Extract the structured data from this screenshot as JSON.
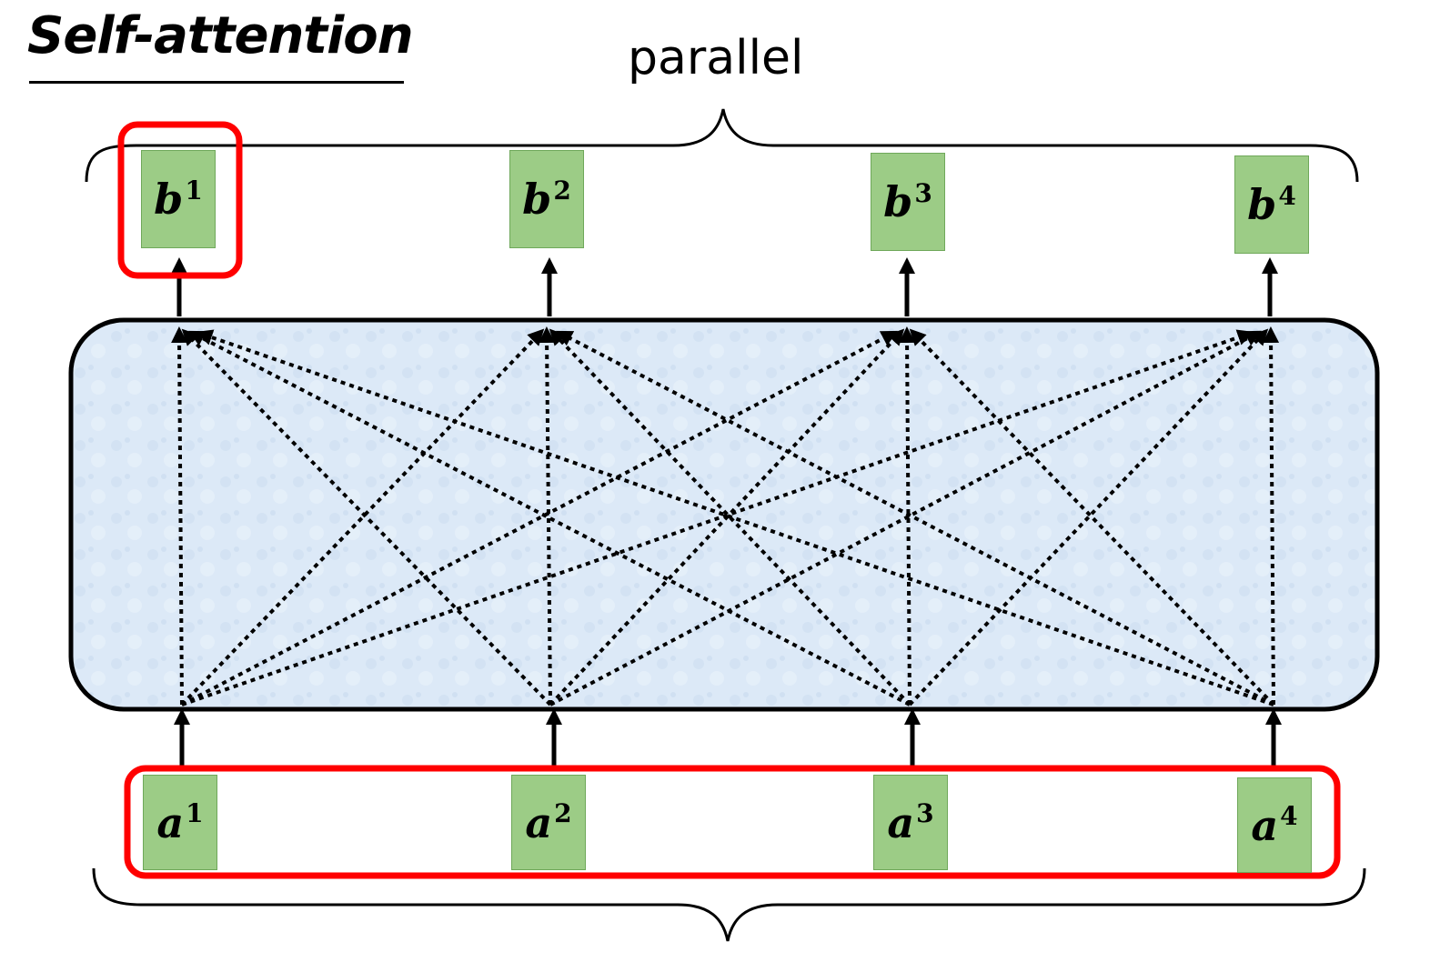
{
  "title": "Self-attention",
  "parallel_label": "parallel",
  "colors": {
    "node_fill": "#9ccc86",
    "highlight": "#ff0000",
    "layer_fill": "#dae8f6",
    "stroke": "#000000"
  },
  "outputs": [
    {
      "symbol": "b",
      "index": "1",
      "highlighted": true
    },
    {
      "symbol": "b",
      "index": "2",
      "highlighted": false
    },
    {
      "symbol": "b",
      "index": "3",
      "highlighted": false
    },
    {
      "symbol": "b",
      "index": "4",
      "highlighted": false
    }
  ],
  "inputs": [
    {
      "symbol": "a",
      "index": "1"
    },
    {
      "symbol": "a",
      "index": "2"
    },
    {
      "symbol": "a",
      "index": "3"
    },
    {
      "symbol": "a",
      "index": "4"
    }
  ],
  "inputs_highlighted": true
}
